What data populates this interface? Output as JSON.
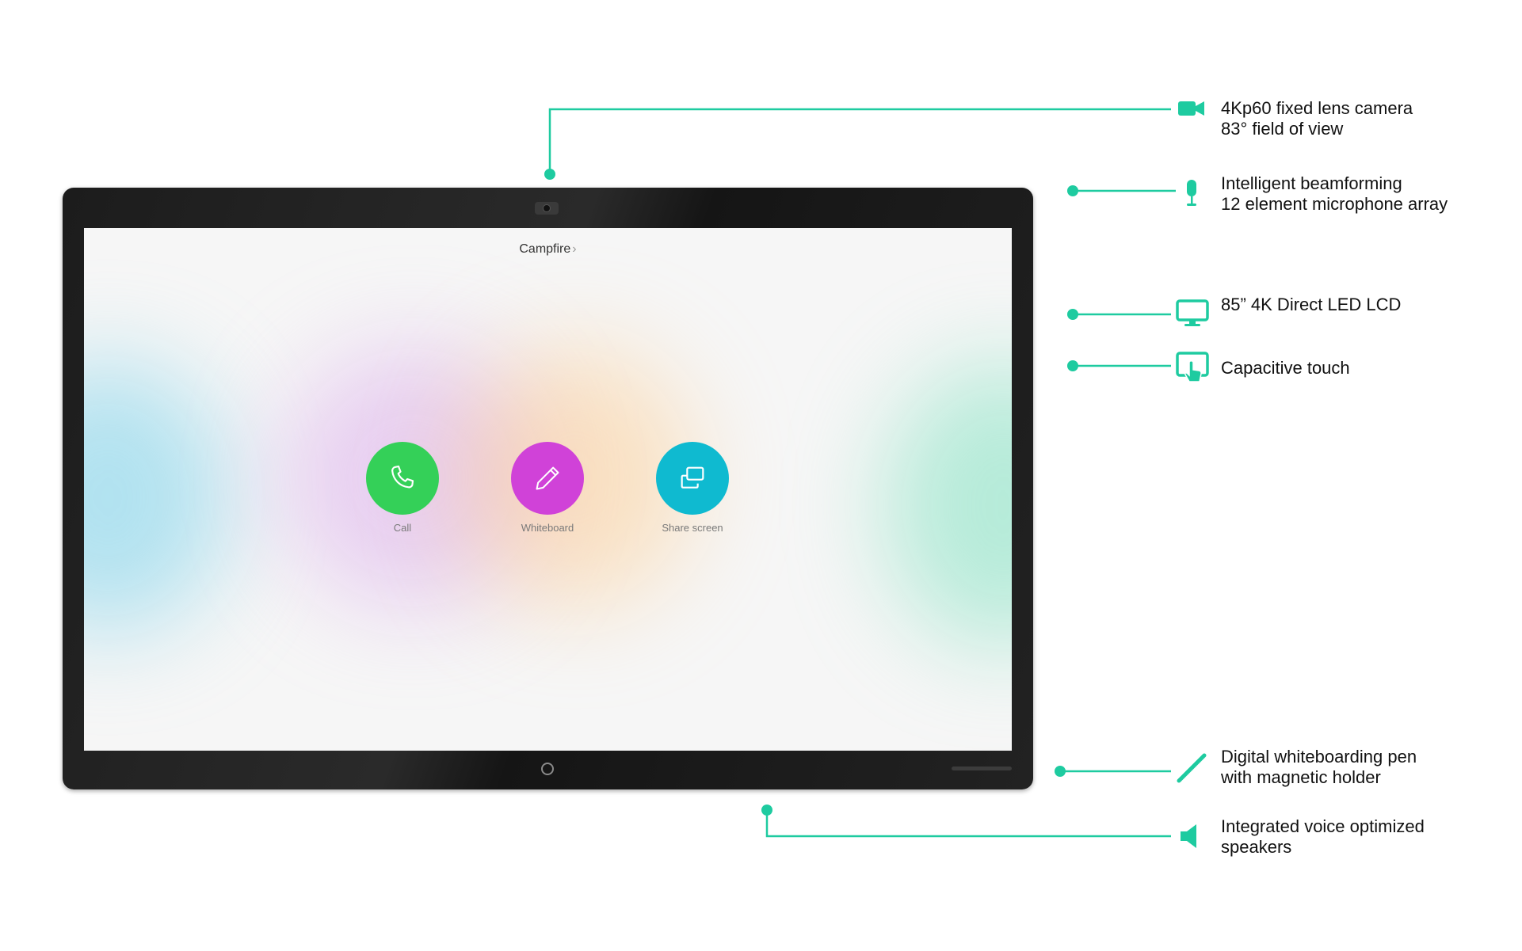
{
  "screen": {
    "room_name": "Campfire",
    "actions": [
      {
        "label": "Call",
        "icon": "phone-icon",
        "color": "#34d058"
      },
      {
        "label": "Whiteboard",
        "icon": "pencil-icon",
        "color": "#d042d8"
      },
      {
        "label": "Share screen",
        "icon": "share-screen-icon",
        "color": "#0fbad0"
      }
    ]
  },
  "accent_color": "#1ecba0",
  "callouts": [
    {
      "line1": "4Kp60 fixed lens camera",
      "line2": "83°  field of view",
      "icon": "video-camera-icon"
    },
    {
      "line1": "Intelligent beamforming",
      "line2": "12 element microphone array",
      "icon": "microphone-icon"
    },
    {
      "line1": "85” 4K Direct LED LCD",
      "line2": "",
      "icon": "monitor-icon"
    },
    {
      "line1": "Capacitive touch",
      "line2": "",
      "icon": "touch-icon"
    },
    {
      "line1": "Digital whiteboarding pen",
      "line2": "with magnetic holder",
      "icon": "pen-icon"
    },
    {
      "line1": "Integrated voice optimized",
      "line2": "speakers",
      "icon": "speaker-icon"
    }
  ]
}
